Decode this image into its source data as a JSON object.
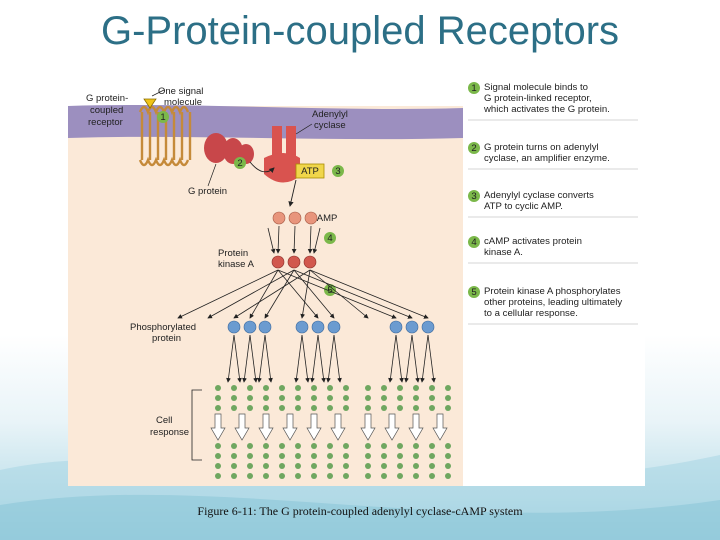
{
  "slide": {
    "title": "G-Protein-coupled Receptors",
    "caption": "Figure 6-11: The G protein-coupled adenylyl cyclase-cAMP system"
  },
  "diagram": {
    "labels": {
      "receptor": [
        "G protein-",
        "coupled",
        "receptor"
      ],
      "signal": [
        "One signal",
        "molecule"
      ],
      "cyclase": [
        "Adenylyl",
        "cyclase"
      ],
      "atp": "ATP",
      "gprotein": "G protein",
      "camp": "cAMP",
      "kinase": [
        "Protein",
        "kinase A"
      ],
      "phospho": [
        "Phosphorylated",
        "protein"
      ],
      "cellresp": [
        "Cell",
        "response"
      ]
    },
    "steps": [
      {
        "num": "1",
        "lines": [
          "Signal molecule binds to",
          "G protein-linked receptor,",
          "which activates the G protein."
        ]
      },
      {
        "num": "2",
        "lines": [
          "G protein turns on adenylyl",
          "cyclase, an amplifier enzyme."
        ]
      },
      {
        "num": "3",
        "lines": [
          "Adenylyl cyclase converts",
          "ATP to cyclic AMP."
        ]
      },
      {
        "num": "4",
        "lines": [
          "cAMP activates protein",
          "kinase A."
        ]
      },
      {
        "num": "5",
        "lines": [
          "Protein kinase A phosphorylates",
          "other proteins, leading ultimately",
          "to a cellular response."
        ]
      }
    ],
    "colors": {
      "membrane": "#9c8fbf",
      "cytoplasm": "#fbe9d8",
      "stepbadge": "#7bb84a",
      "camp": "#e8957c",
      "kinase": "#d1584e",
      "phospho": "#6b9bd0",
      "response": "#6fa760"
    }
  }
}
